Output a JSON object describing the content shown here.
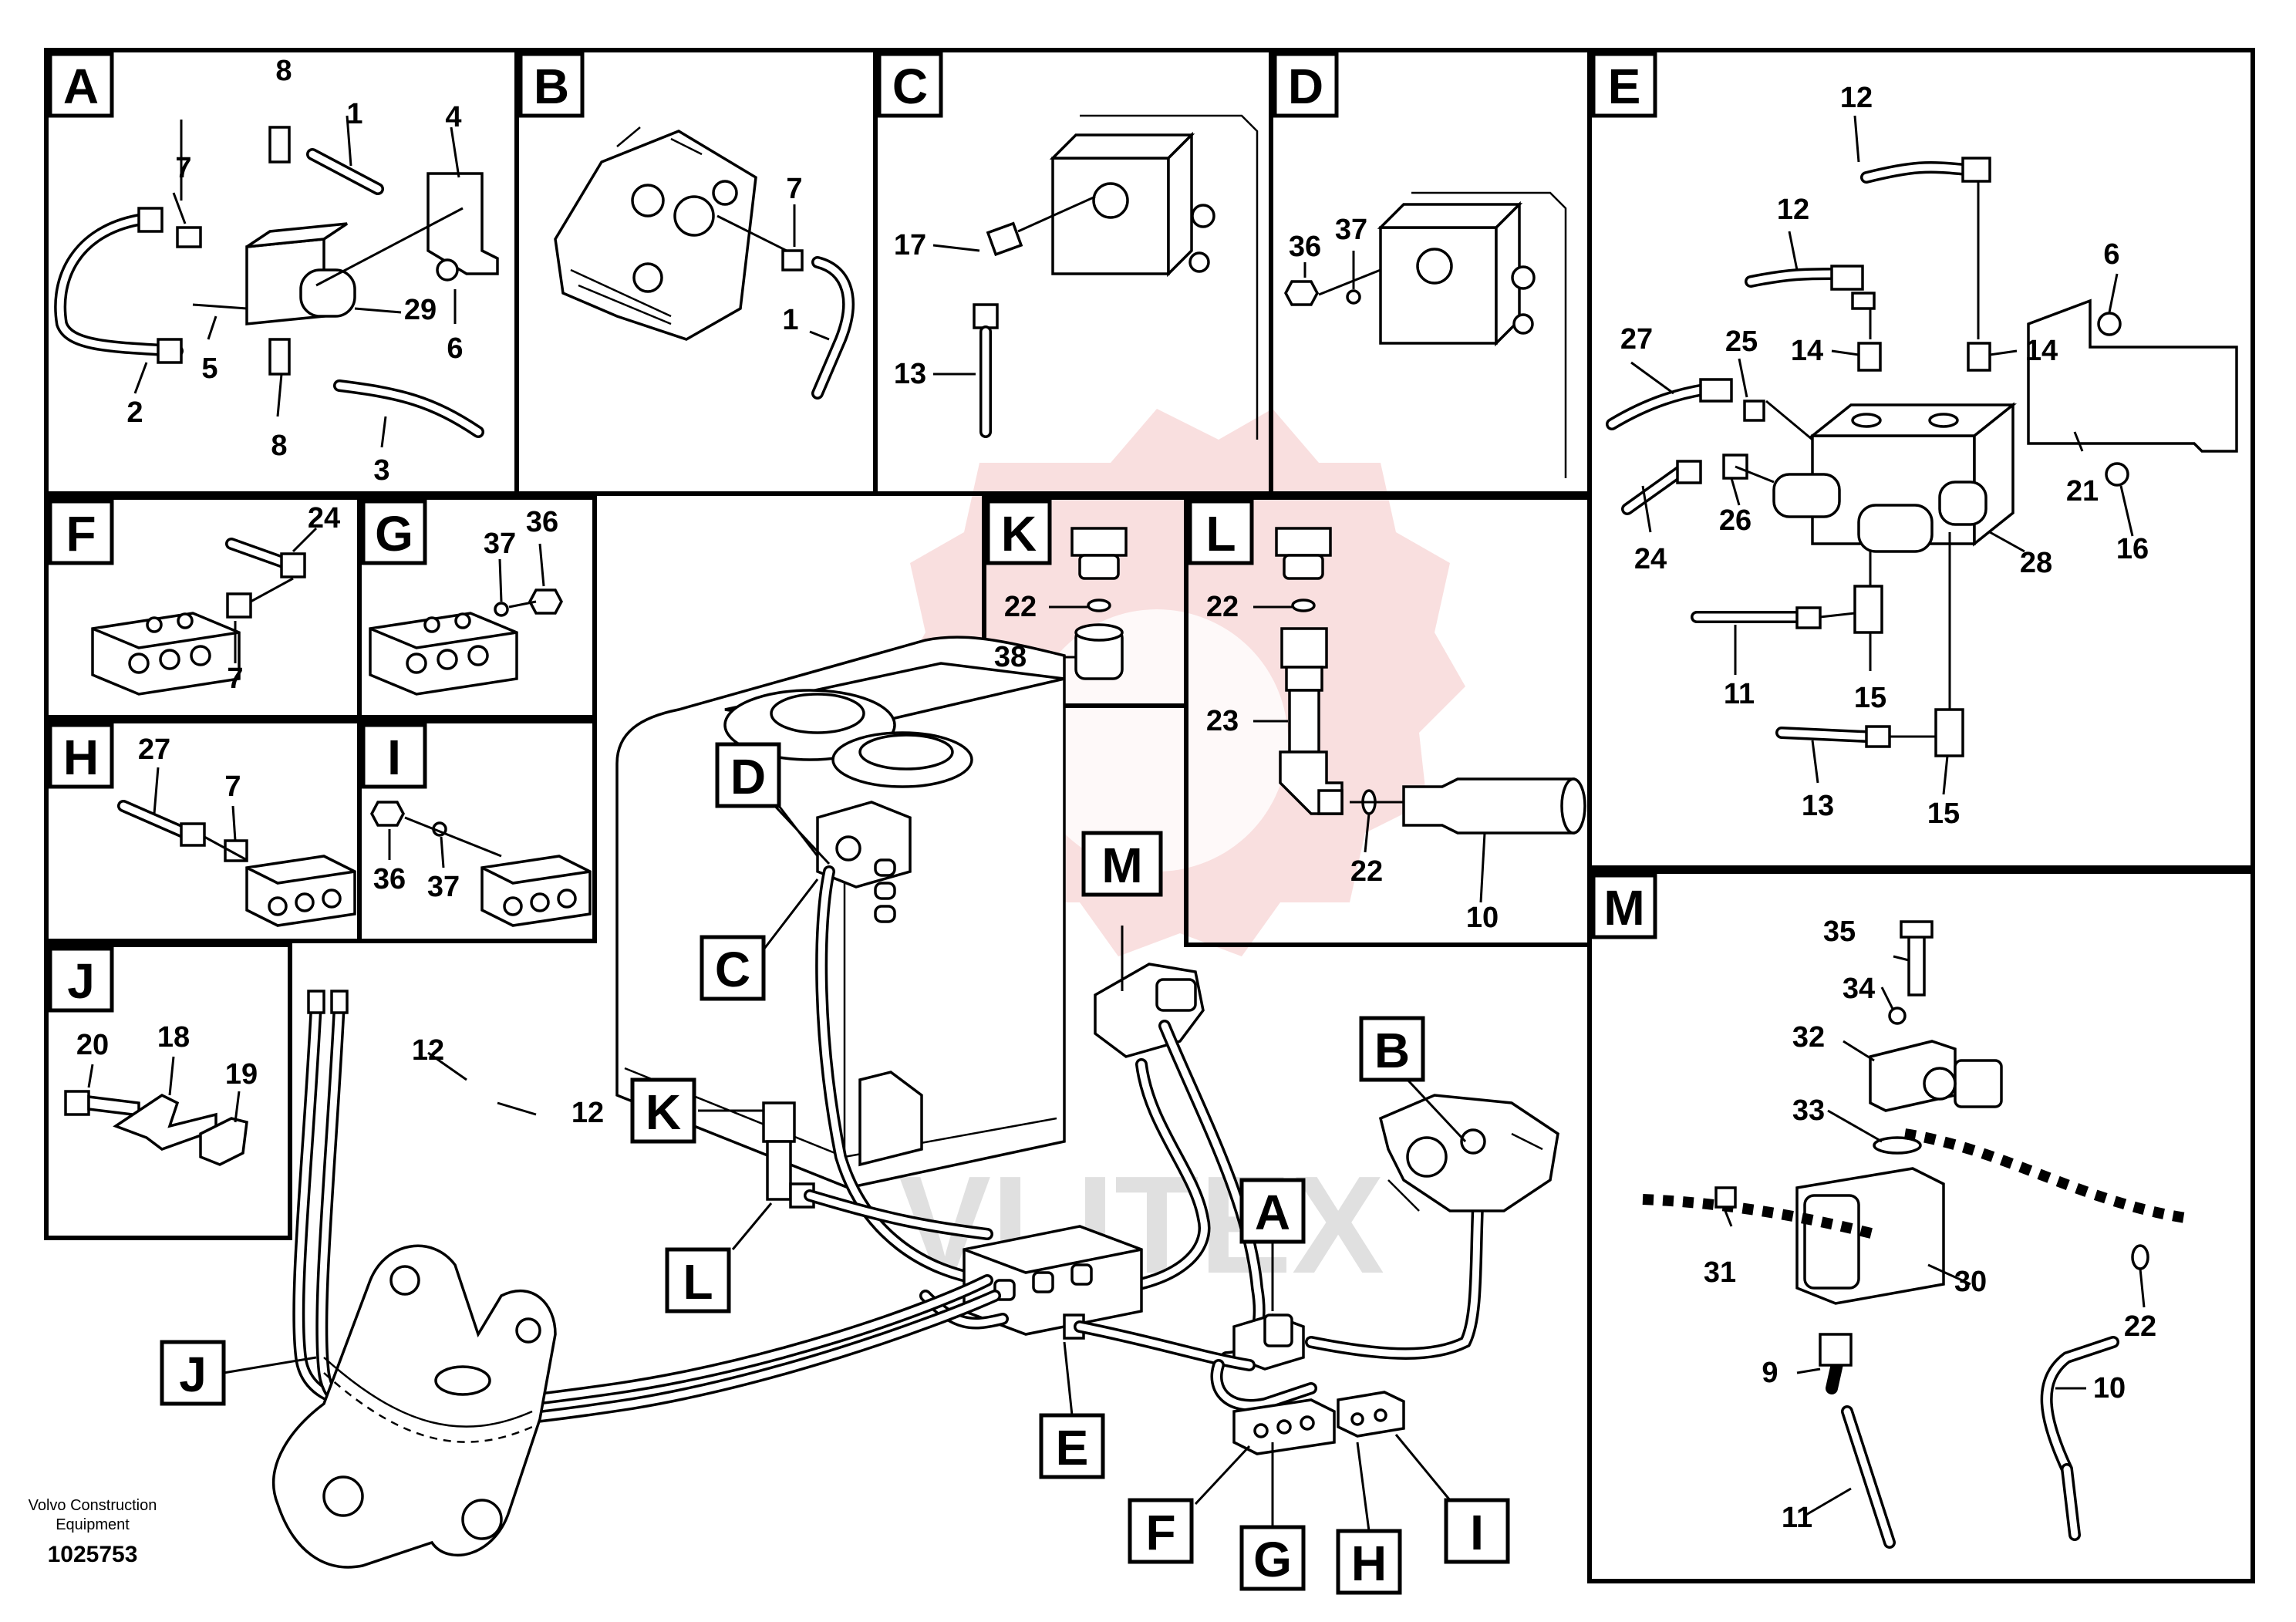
{
  "colors": {
    "line": "#000000",
    "watermark": "#f2b8b8",
    "background": "#ffffff"
  },
  "panels": {
    "A": {
      "letter": "A",
      "labels": [
        "8",
        "1",
        "4",
        "7",
        "29",
        "5",
        "6",
        "2",
        "8",
        "3"
      ]
    },
    "B": {
      "letter": "B",
      "labels": [
        "7",
        "1"
      ]
    },
    "C": {
      "letter": "C",
      "labels": [
        "17",
        "13"
      ]
    },
    "D": {
      "letter": "D",
      "labels": [
        "36",
        "37"
      ]
    },
    "E": {
      "letter": "E",
      "labels": [
        "12",
        "12",
        "6",
        "27",
        "25",
        "14",
        "14",
        "21",
        "24",
        "26",
        "28",
        "16",
        "11",
        "15",
        "13",
        "15"
      ]
    },
    "F": {
      "letter": "F",
      "labels": [
        "24",
        "7"
      ]
    },
    "G": {
      "letter": "G",
      "labels": [
        "37",
        "36"
      ]
    },
    "H": {
      "letter": "H",
      "labels": [
        "27",
        "7"
      ]
    },
    "I": {
      "letter": "I",
      "labels": [
        "36",
        "37"
      ]
    },
    "J": {
      "letter": "J",
      "labels": [
        "20",
        "18",
        "19"
      ]
    },
    "K": {
      "letter": "K",
      "labels": [
        "22",
        "38"
      ]
    },
    "L": {
      "letter": "L",
      "labels": [
        "22",
        "23",
        "22",
        "10"
      ]
    },
    "M": {
      "letter": "M",
      "labels": [
        "35",
        "34",
        "32",
        "33",
        "31",
        "30",
        "22",
        "9",
        "10",
        "11"
      ]
    }
  },
  "main": {
    "callouts": [
      "D",
      "C",
      "M",
      "K",
      "L",
      "B",
      "A",
      "J",
      "E",
      "F",
      "G",
      "H",
      "I"
    ],
    "labels": [
      "12",
      "12"
    ]
  },
  "footer": {
    "line1": "Volvo Construction",
    "line2": "Equipment",
    "drawing_number": "1025753"
  },
  "watermark": {
    "text": "VLITEX"
  }
}
